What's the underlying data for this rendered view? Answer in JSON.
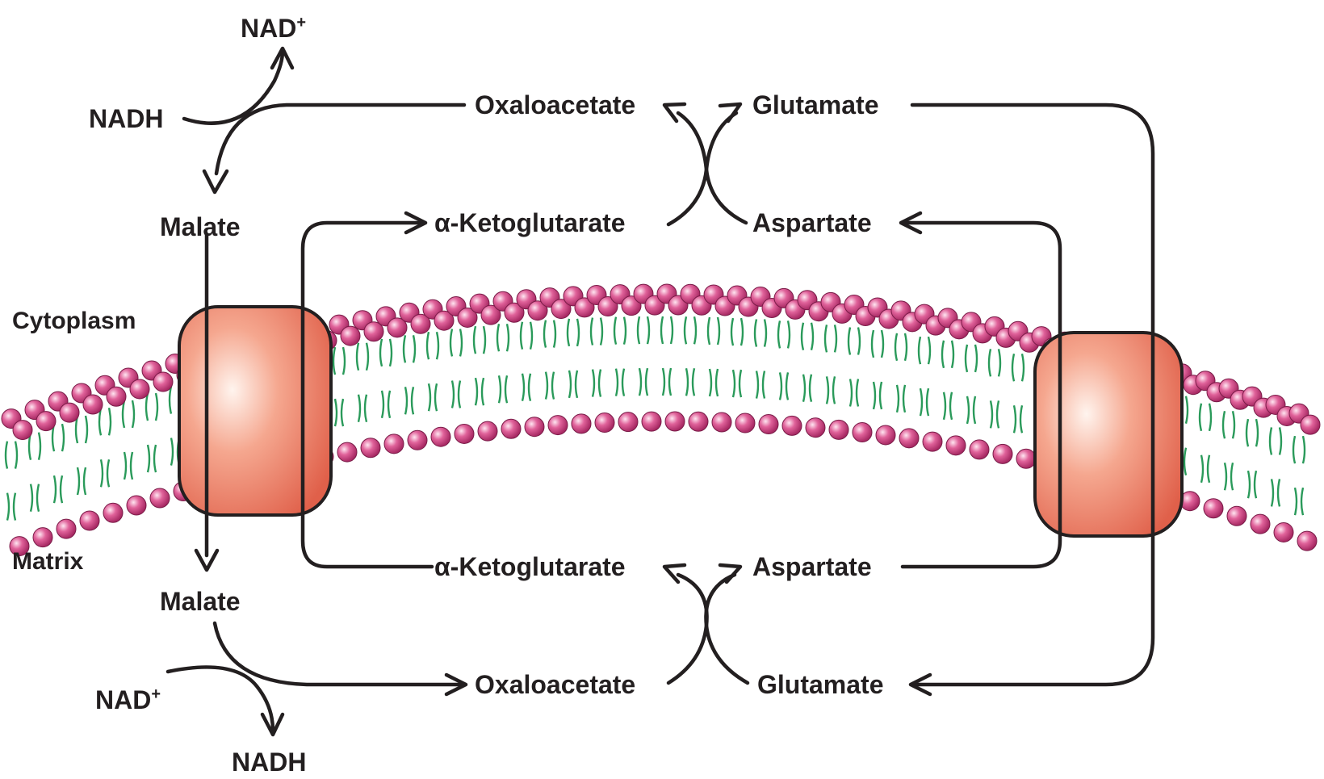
{
  "regions": {
    "cytoplasm": "Cytoplasm",
    "matrix": "Matrix"
  },
  "cytoplasm_side": {
    "nad_plus": "NAD",
    "nad_plus_sup": "+",
    "nadh": "NADH",
    "oxaloacetate": "Oxaloacetate",
    "glutamate": "Glutamate",
    "malate": "Malate",
    "alpha_ketoglutarate": "α-Ketoglutarate",
    "aspartate": "Aspartate"
  },
  "matrix_side": {
    "alpha_ketoglutarate": "α-Ketoglutarate",
    "aspartate": "Aspartate",
    "malate": "Malate",
    "oxaloacetate": "Oxaloacetate",
    "glutamate": "Glutamate",
    "nad_plus": "NAD",
    "nad_plus_sup": "+",
    "nadh": "NADH"
  },
  "colors": {
    "phospholipid_head": "#e0629a",
    "lipid_tail": "#2a9a5a",
    "transporter": "#f08a72",
    "line": "#231f20"
  }
}
